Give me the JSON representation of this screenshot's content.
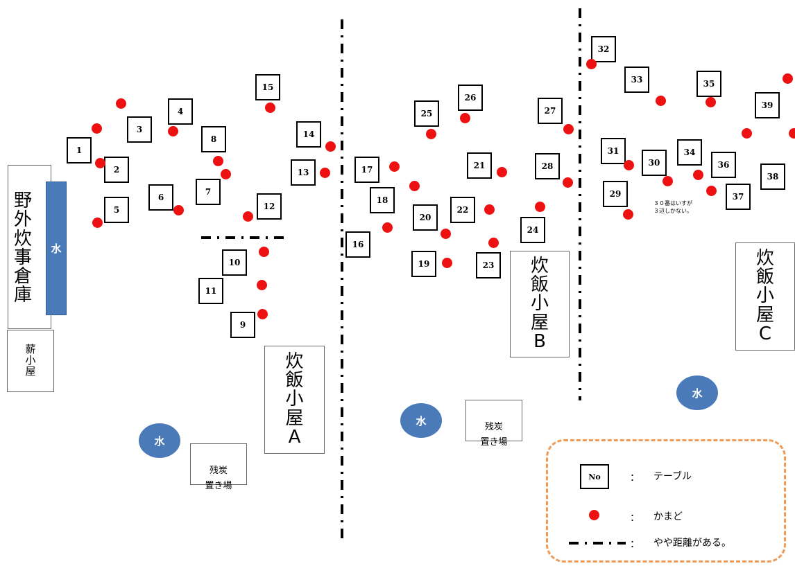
{
  "buildings": {
    "warehouse": "野\n外\n炊\n事\n倉\n庫",
    "firewood": "薪\n小\n屋",
    "hut_a": "炊\n飯\n小\n屋\nA",
    "hut_b": "炊\n飯\n小\n屋\nB",
    "hut_c": "炊\n飯\n小\n屋\nC"
  },
  "water_label": "水",
  "ash_area": "残炭\n置き場",
  "tables": [
    {
      "no": "1"
    },
    {
      "no": "2"
    },
    {
      "no": "3"
    },
    {
      "no": "4"
    },
    {
      "no": "5"
    },
    {
      "no": "6"
    },
    {
      "no": "7"
    },
    {
      "no": "8"
    },
    {
      "no": "9"
    },
    {
      "no": "10"
    },
    {
      "no": "11"
    },
    {
      "no": "12"
    },
    {
      "no": "13"
    },
    {
      "no": "14"
    },
    {
      "no": "15"
    },
    {
      "no": "16"
    },
    {
      "no": "17"
    },
    {
      "no": "18"
    },
    {
      "no": "19"
    },
    {
      "no": "20"
    },
    {
      "no": "21"
    },
    {
      "no": "22"
    },
    {
      "no": "23"
    },
    {
      "no": "24"
    },
    {
      "no": "25"
    },
    {
      "no": "26"
    },
    {
      "no": "27"
    },
    {
      "no": "28"
    },
    {
      "no": "29"
    },
    {
      "no": "30"
    },
    {
      "no": "31"
    },
    {
      "no": "32"
    },
    {
      "no": "33"
    },
    {
      "no": "34"
    },
    {
      "no": "35"
    },
    {
      "no": "36"
    },
    {
      "no": "37"
    },
    {
      "no": "38"
    },
    {
      "no": "39"
    }
  ],
  "note_30": "３０番はいすが\n３辺しかない。",
  "legend": {
    "table_sample": "No",
    "colon": "：",
    "table_label": "テーブル",
    "stove_label": "かまど",
    "line_label": "やや距離がある。"
  },
  "colors": {
    "stove": "#ee1111",
    "water": "#4a7ab8",
    "legend_border": "#f09a55"
  }
}
